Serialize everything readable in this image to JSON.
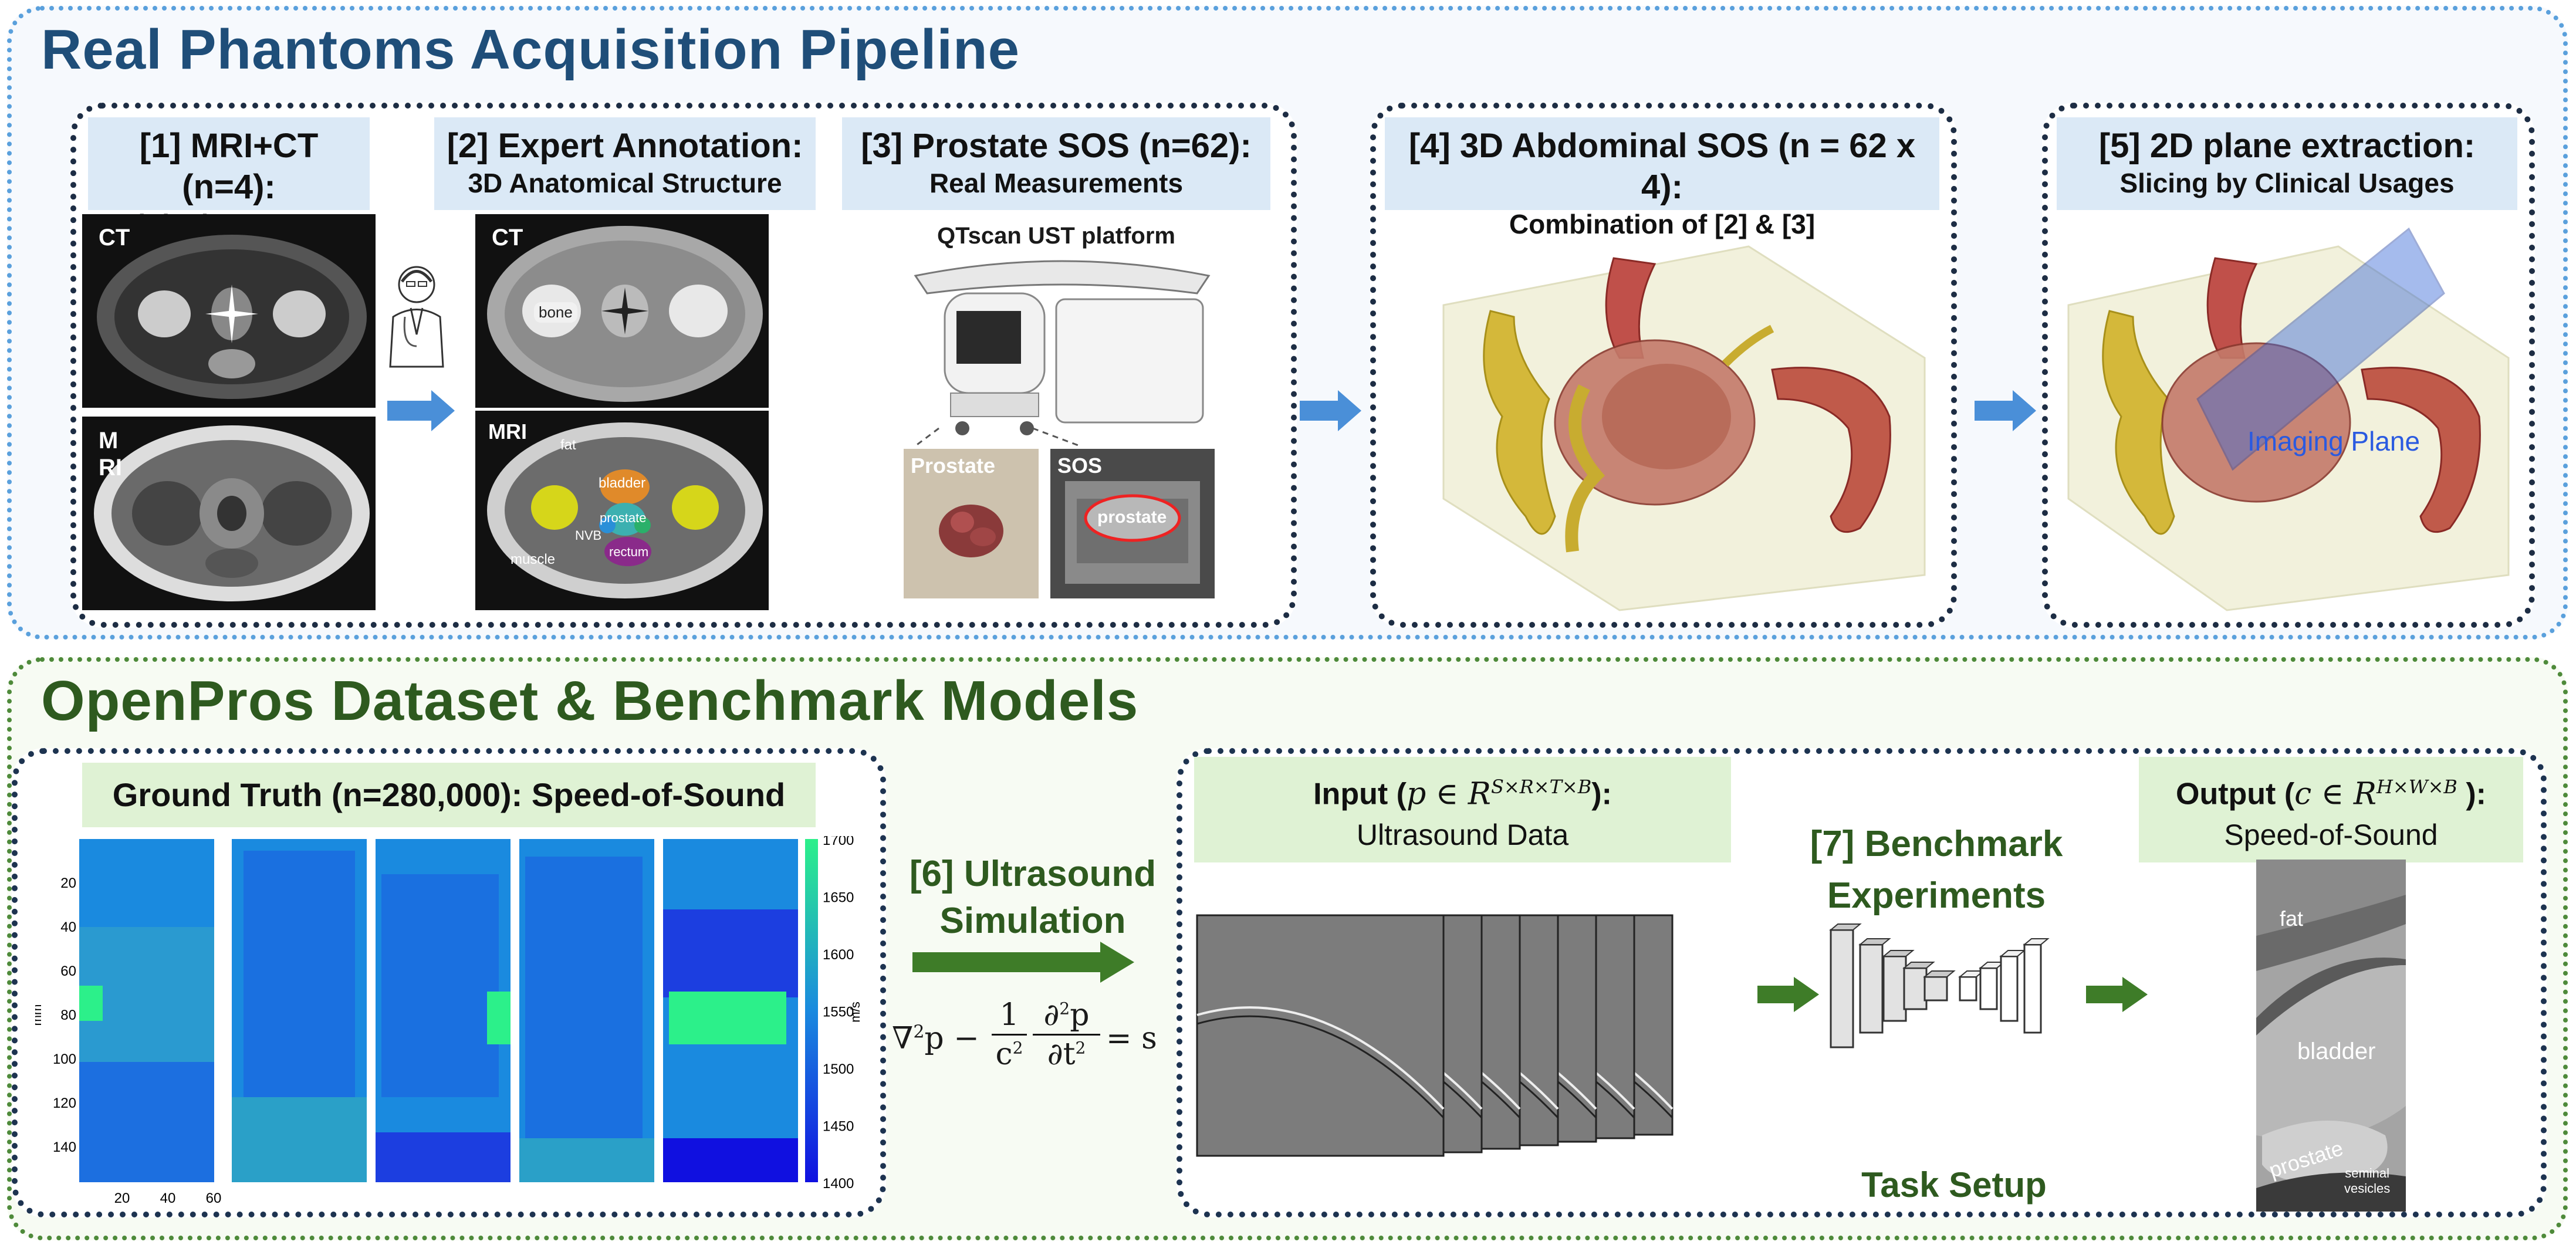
{
  "top_title": "Real Phantoms Acquisition Pipeline",
  "bottom_title": "OpenPros Dataset & Benchmark Models",
  "stage1": {
    "title": "[1] MRI+CT (n=4):",
    "subtitle": "Original 3D Images",
    "ct_label": "CT",
    "mri_label_a": "M",
    "mri_label_b": "RI"
  },
  "stage2": {
    "title": "[2] Expert Annotation:",
    "subtitle": "3D Anatomical Structure",
    "ct_label": "CT",
    "bone": "bone",
    "mri_label": "MRI",
    "fat": "fat",
    "bladder": "bladder",
    "prostate": "prostate",
    "nvb": "NVB",
    "rectum": "rectum",
    "muscle": "muscle"
  },
  "stage3": {
    "title": "[3] Prostate SOS (n=62):",
    "subtitle": "Real  Measurements",
    "platform": "QTscan UST platform",
    "prostate_photo": "Prostate",
    "sos_label": "SOS",
    "prostate_tag": "prostate"
  },
  "stage4": {
    "title": "[4] 3D Abdominal SOS (n = 62 x 4):",
    "subtitle": "Combination of [2] & [3]"
  },
  "stage5": {
    "title": "[5] 2D plane extraction:",
    "subtitle": "Slicing by Clinical Usages",
    "plane_label": "Imaging Plane"
  },
  "ground_truth": {
    "title": "Ground Truth (n=280,000): Speed-of-Sound",
    "y_ticks": [
      "20",
      "40",
      "60",
      "80",
      "100",
      "120",
      "140"
    ],
    "y_unit": "mm",
    "x_ticks": [
      "20",
      "40",
      "60"
    ],
    "colorbar_ticks": [
      "1700",
      "1650",
      "1600",
      "1550",
      "1500",
      "1450",
      "1400"
    ],
    "colorbar_unit": "m/s"
  },
  "simulation": {
    "title_a": "[6] Ultrasound",
    "title_b": "Simulation",
    "eq_lhs_a": "∇",
    "eq_lhs_b": "p −",
    "eq_frac1_num": "1",
    "eq_frac1_den": "c",
    "eq_frac2_num": "∂",
    "eq_frac2_den": "∂t",
    "eq_rhs": "= s"
  },
  "task": {
    "input_title": "Input (",
    "input_math": "p ∈ R",
    "input_sup": "S×R×T×B",
    "input_close": "):",
    "input_subtitle": "Ultrasound Data",
    "bench_a": "[7] Benchmark",
    "bench_b": "Experiments",
    "output_title": "Output (",
    "output_math": "c ∈ R",
    "output_sup": "H×W×B",
    "output_close": " ):",
    "output_subtitle": "Speed-of-Sound",
    "out_fat": "fat",
    "out_bladder": "bladder",
    "out_prostate": "prostate",
    "out_seminal_a": "seminal",
    "out_seminal_b": "vesicles",
    "setup_label": "Task Setup"
  },
  "colors": {
    "blue_border": "#5aa0dc",
    "green_border": "#4e8a3a",
    "arrow_blue": "#4a8fd8",
    "arrow_green": "#3e7c28",
    "title_blue": "#1f4e79",
    "title_green": "#2e5a1f"
  }
}
